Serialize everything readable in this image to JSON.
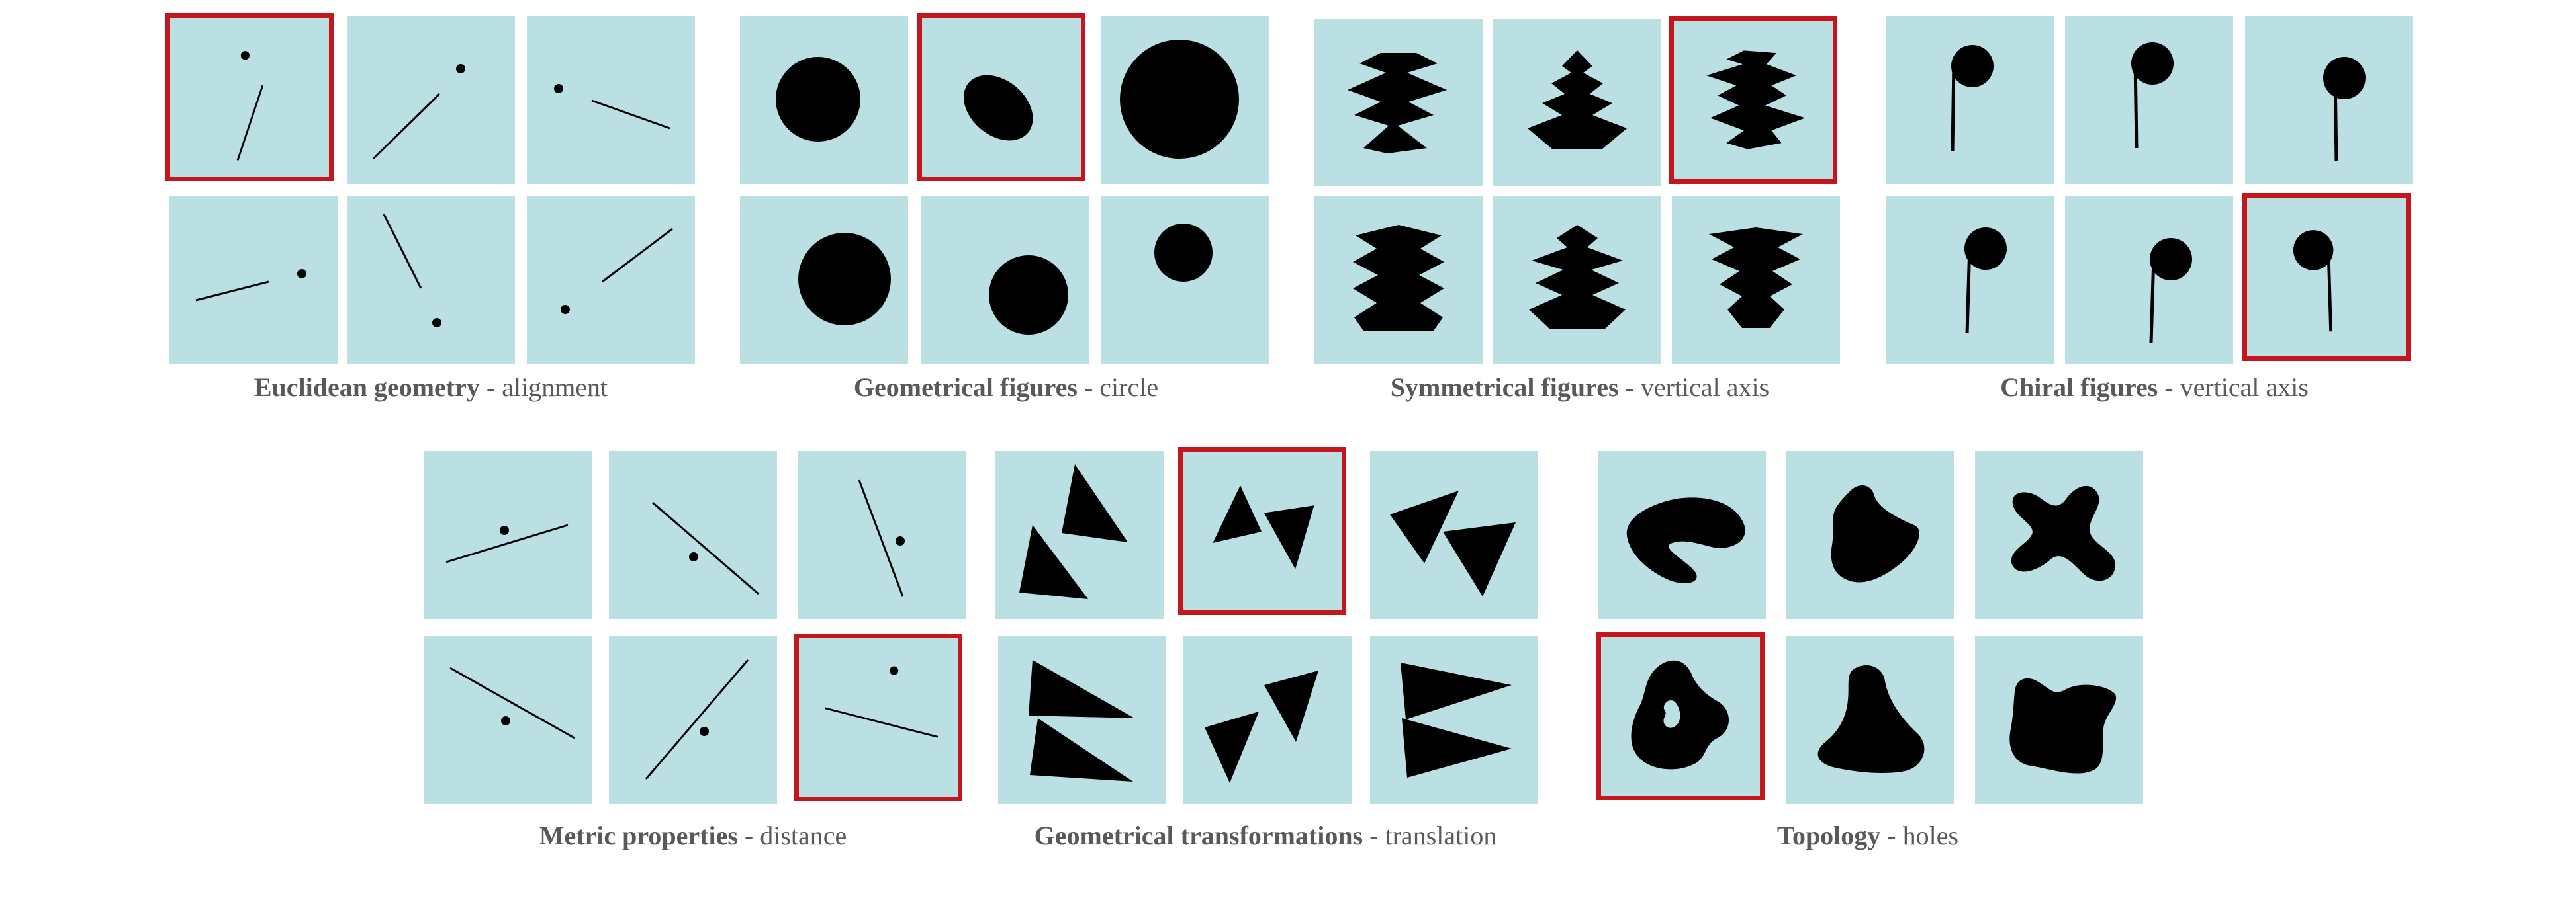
{
  "colors": {
    "tile_background": "#bbe0e3",
    "selection_border": "#c4161c",
    "shape": "#000000",
    "caption_text": "#595959"
  },
  "groups": [
    {
      "category": "Euclidean geometry",
      "property": "alignment",
      "selected_tile": 1
    },
    {
      "category": "Geometrical figures",
      "property": "circle",
      "selected_tile": 2
    },
    {
      "category": "Symmetrical figures",
      "property": "vertical axis",
      "selected_tile": 3
    },
    {
      "category": "Chiral figures",
      "property": "vertical axis",
      "selected_tile": 6
    },
    {
      "category": "Metric properties",
      "property": "distance",
      "selected_tile": 6
    },
    {
      "category": "Geometrical transformations",
      "property": "translation",
      "selected_tile": 2
    },
    {
      "category": "Topology",
      "property": "holes",
      "selected_tile": 4
    }
  ],
  "separator": " - "
}
